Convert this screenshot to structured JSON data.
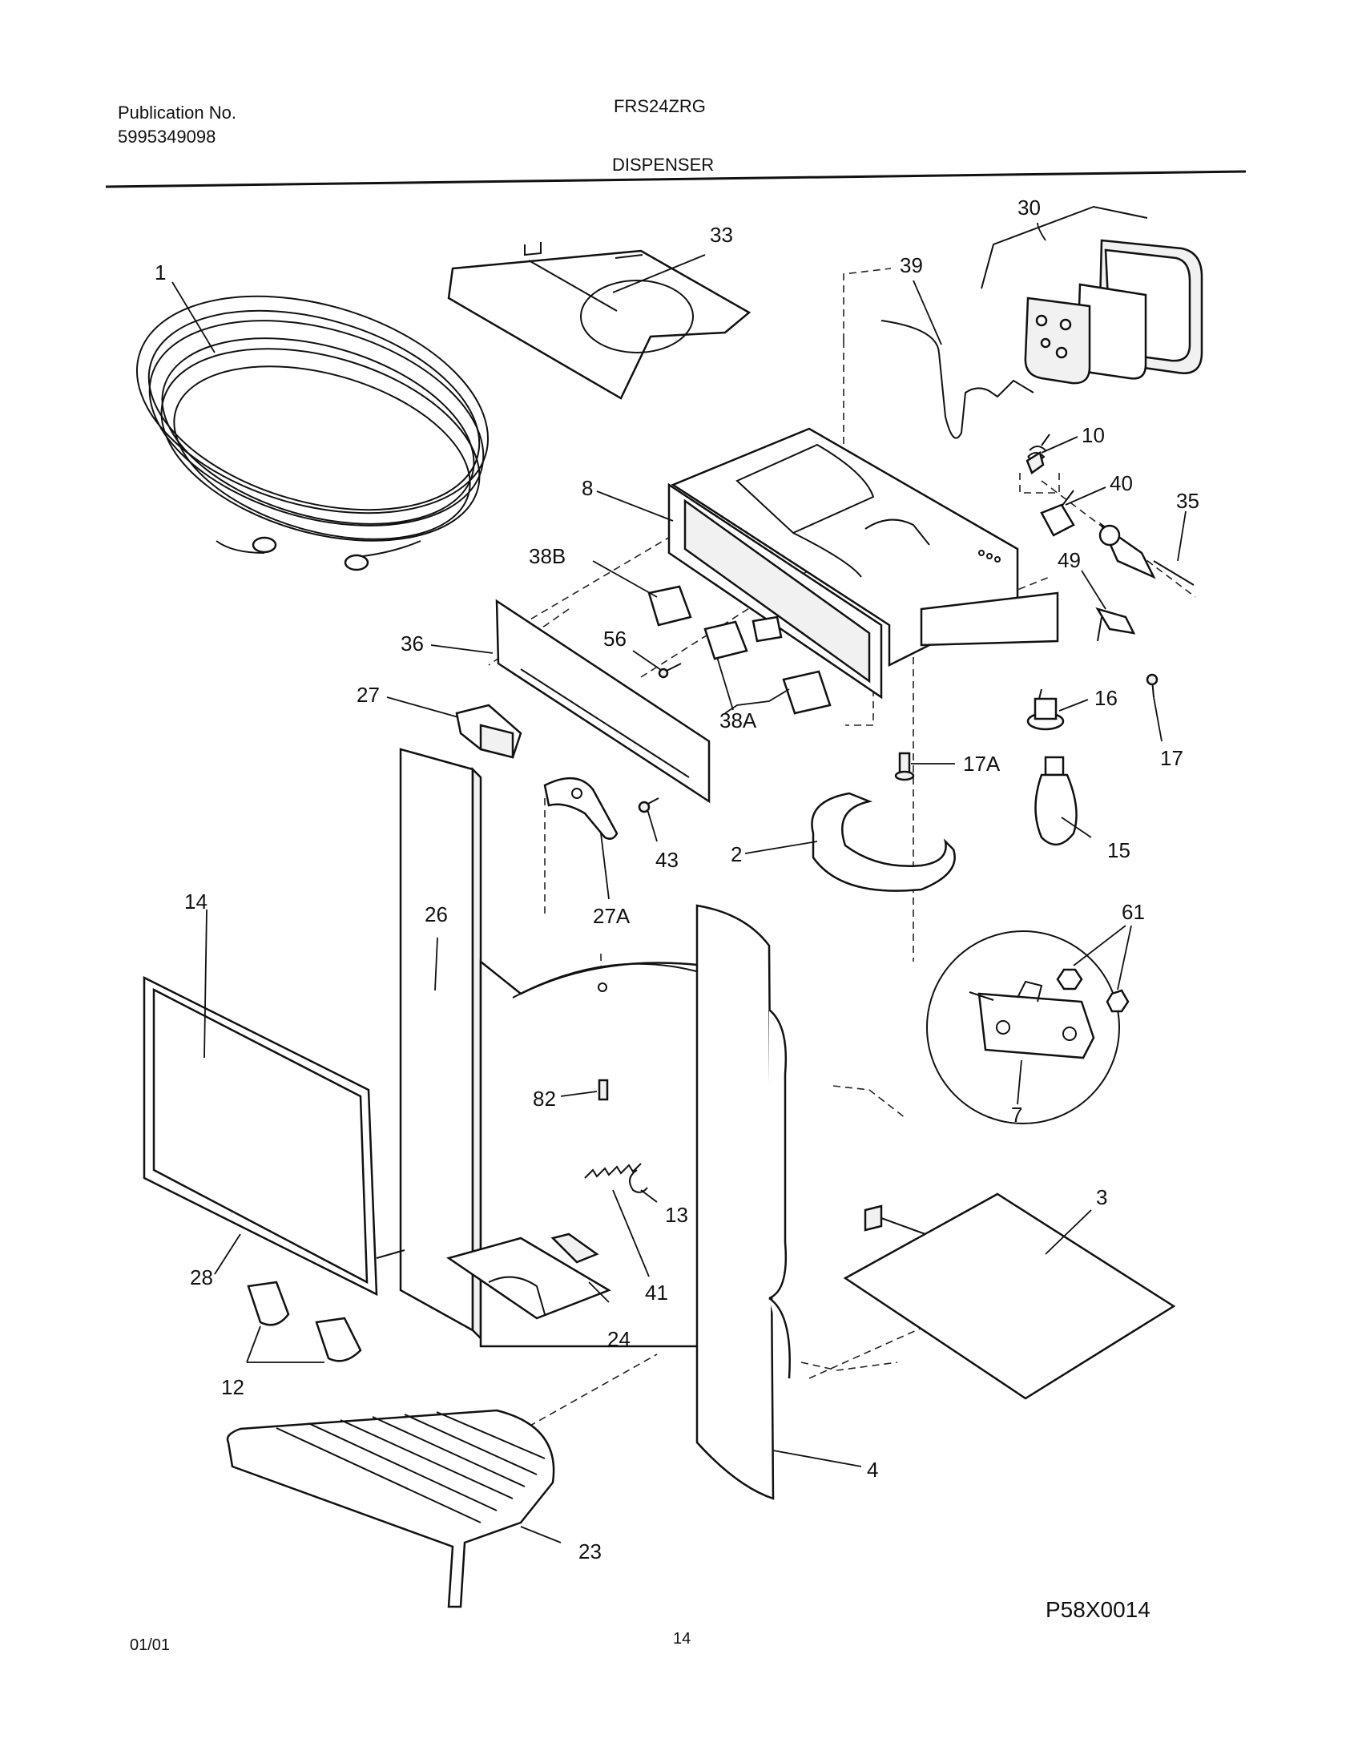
{
  "header": {
    "publication_label": "Publication No.",
    "publication_number": "5995349098",
    "model": "FRS24ZRG",
    "section_title": "DISPENSER"
  },
  "diagram": {
    "callouts": [
      "1",
      "33",
      "30",
      "39",
      "10",
      "8",
      "40",
      "35",
      "38B",
      "49",
      "36",
      "56",
      "27",
      "38A",
      "16",
      "17",
      "17A",
      "43",
      "2",
      "15",
      "14",
      "26",
      "27A",
      "61",
      "82",
      "13",
      "7",
      "3",
      "41",
      "28",
      "24",
      "12",
      "4",
      "23"
    ]
  },
  "footer": {
    "diagram_code": "P58X0014",
    "date": "01/01",
    "page_number": "14"
  }
}
